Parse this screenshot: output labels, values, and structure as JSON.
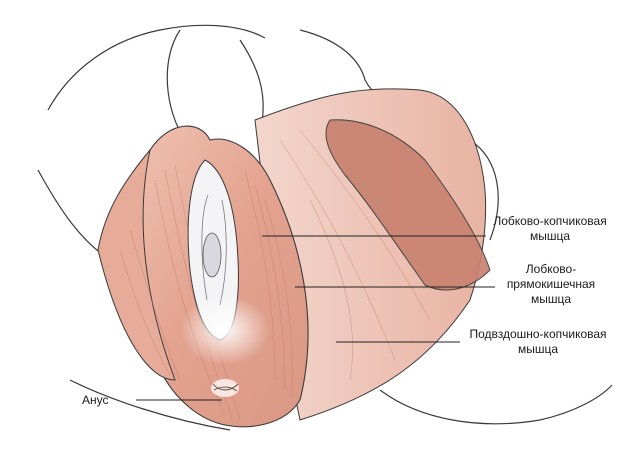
{
  "labels": {
    "pubococcygeus": {
      "line1": "Лобково-копчиковая",
      "line2": "мышца"
    },
    "puborectalis": {
      "line1": "Лобково-",
      "line2": "прямокишечная",
      "line3": "мышца"
    },
    "iliococcygeus": {
      "line1": "Подвздошно-копчиковая",
      "line2": "мышца"
    },
    "anus": "Анус"
  },
  "colors": {
    "muscle": "#e4a593",
    "muscle_light": "#f2ccc0",
    "muscle_dark": "#c98270",
    "outline": "#3a3a3a",
    "leader_line": "#222222"
  }
}
